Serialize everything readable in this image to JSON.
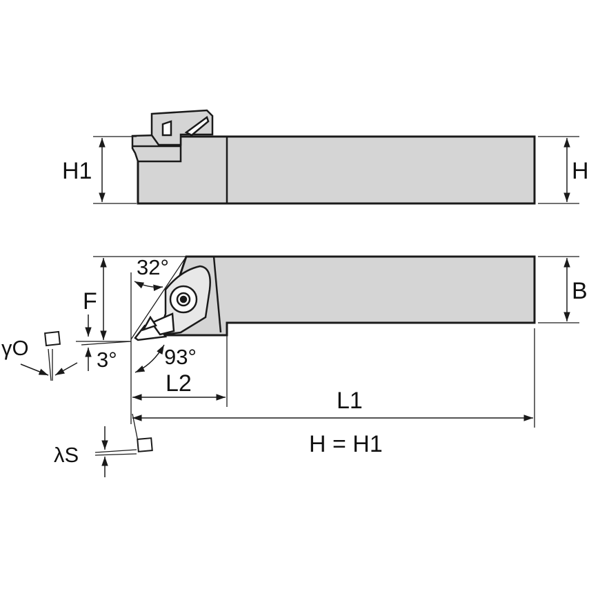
{
  "colors": {
    "body_fill": "#d5d5d5",
    "outline": "#1a1a1a",
    "background": "#ffffff"
  },
  "labels": {
    "h1_side": "H1",
    "h_side": "H",
    "b": "B",
    "f": "F",
    "angle_32": "32°",
    "angle_93": "93°",
    "angle_3": "3°",
    "gamma_o": "γO",
    "lambda_s": "λS",
    "l2": "L2",
    "l1": "L1",
    "h_equals_h1": "H = H1"
  }
}
